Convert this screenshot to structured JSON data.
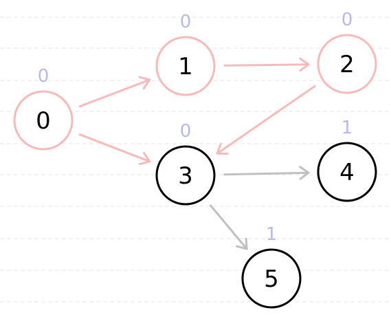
{
  "colors": {
    "visited": "#f8b9bb",
    "unvisited": "#000000",
    "edge_visited": "#f8b9bb",
    "edge_unvisited": "#c0c0c0",
    "distance": "#b8b8ee",
    "grid": "#e6e6e6"
  },
  "nodes": [
    {
      "id": "0",
      "label": "0",
      "distance": "0",
      "state": "visited"
    },
    {
      "id": "1",
      "label": "1",
      "distance": "0",
      "state": "visited"
    },
    {
      "id": "2",
      "label": "2",
      "distance": "0",
      "state": "visited"
    },
    {
      "id": "3",
      "label": "3",
      "distance": "0",
      "state": "unvisited"
    },
    {
      "id": "4",
      "label": "4",
      "distance": "1",
      "state": "unvisited"
    },
    {
      "id": "5",
      "label": "5",
      "distance": "1",
      "state": "unvisited"
    }
  ],
  "edges": [
    {
      "from": "0",
      "to": "1",
      "state": "visited"
    },
    {
      "from": "0",
      "to": "3",
      "state": "visited"
    },
    {
      "from": "1",
      "to": "2",
      "state": "visited"
    },
    {
      "from": "2",
      "to": "3",
      "state": "visited"
    },
    {
      "from": "3",
      "to": "4",
      "state": "unvisited"
    },
    {
      "from": "3",
      "to": "5",
      "state": "unvisited"
    }
  ]
}
